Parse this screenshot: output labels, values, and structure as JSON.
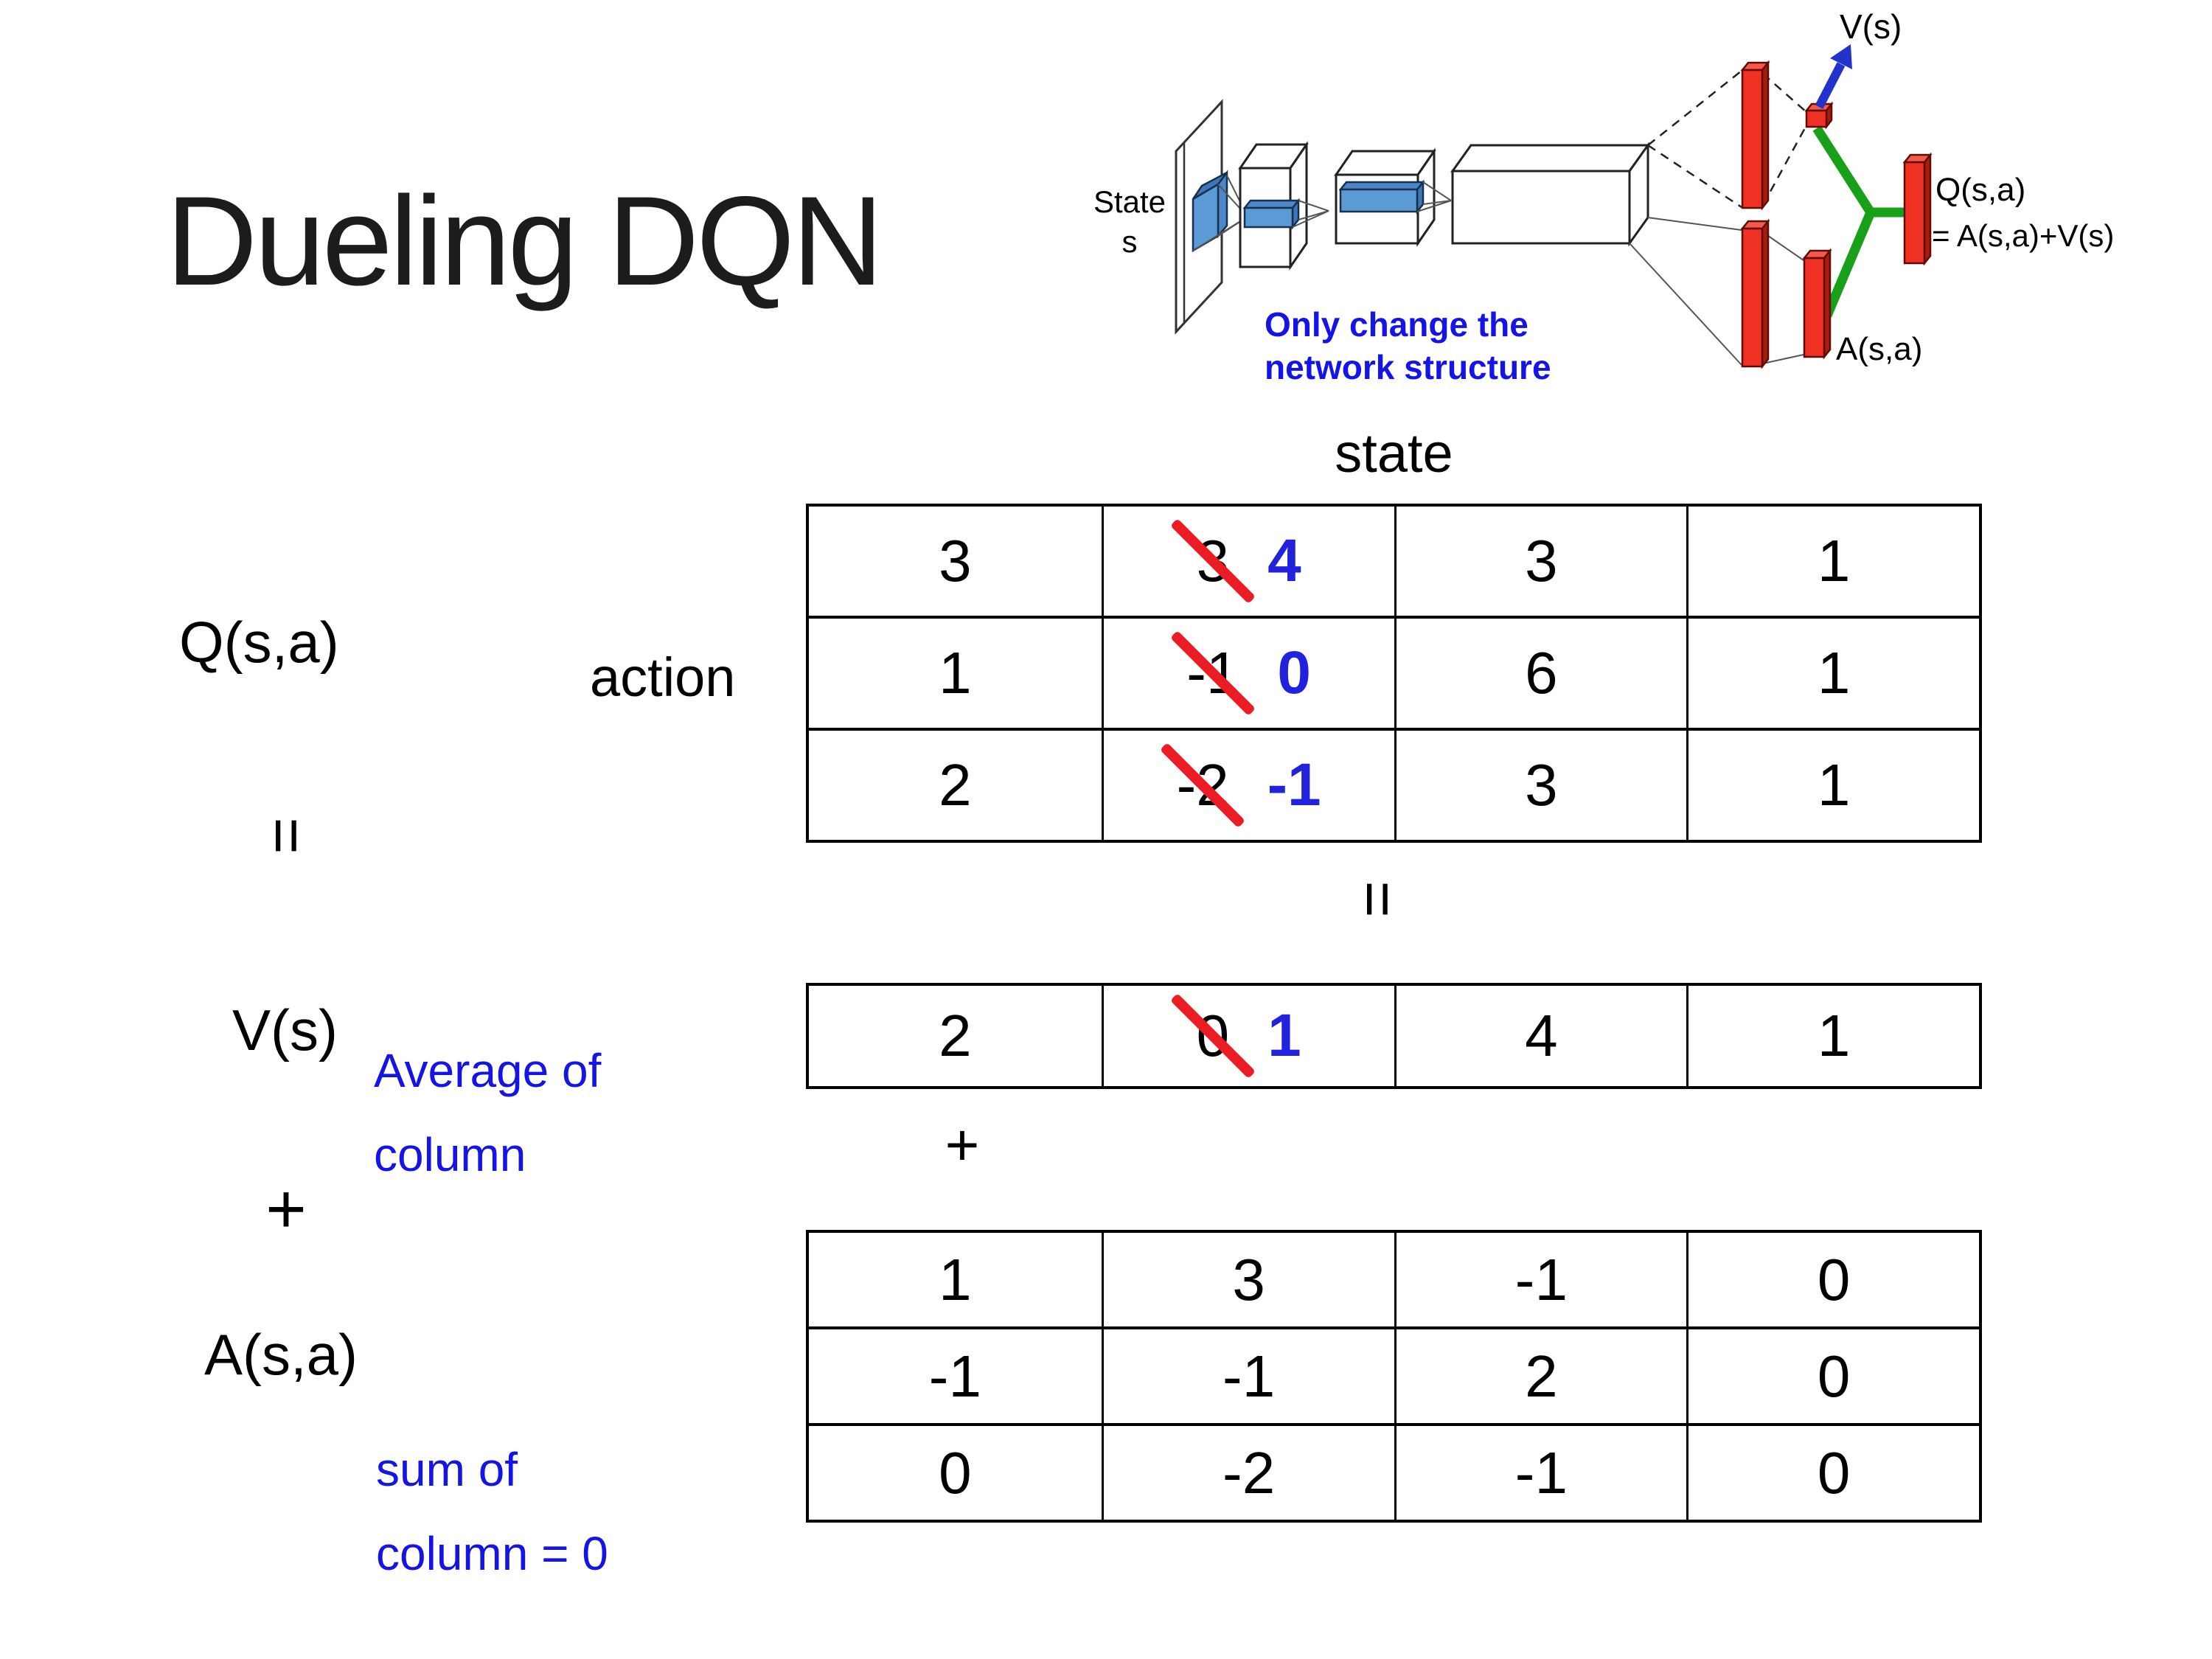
{
  "slide_title": "Dueling DQN",
  "network_diagram": {
    "state_label": [
      "State",
      "s"
    ],
    "note": [
      "Only change the",
      "network structure"
    ],
    "v_output_label": "V(s)",
    "a_output_label": "A(s,a)",
    "q_output_label": [
      "Q(s,a)",
      "= A(s,a)+V(s)"
    ],
    "colors": {
      "bar_red": "#ee3122",
      "bar_red_dark": "#a81b0d",
      "bar_red_top": "#f4594a",
      "green": "#18a018",
      "arrow_blue": "#2233cc",
      "filter_blue": "#5b9bd5",
      "filter_blue_dark": "#3f76b6",
      "note_blue": "#1414e6"
    }
  },
  "equation": {
    "q_label": "Q(s,a)",
    "v_label": "V(s)",
    "a_label": "A(s,a)",
    "state_axis": "state",
    "action_axis": "action",
    "equals_left": "=",
    "equals_center": "=",
    "plus_left": "+",
    "plus_center": "+",
    "v_note": [
      "Average of",
      "column"
    ],
    "a_note": [
      "sum of",
      "column = 0"
    ]
  },
  "q_table": {
    "rows": [
      {
        "cells": [
          {
            "text": "3"
          },
          {
            "old": "3",
            "new": "4"
          },
          {
            "text": "3"
          },
          {
            "text": "1"
          }
        ]
      },
      {
        "cells": [
          {
            "text": "1"
          },
          {
            "old": "-1",
            "new": "0"
          },
          {
            "text": "6"
          },
          {
            "text": "1"
          }
        ]
      },
      {
        "cells": [
          {
            "text": "2"
          },
          {
            "old": "-2",
            "new": "-1"
          },
          {
            "text": "3"
          },
          {
            "text": "1"
          }
        ]
      }
    ]
  },
  "v_table": {
    "rows": [
      {
        "cells": [
          {
            "text": "2"
          },
          {
            "old": "0",
            "new": "1"
          },
          {
            "text": "4"
          },
          {
            "text": "1"
          }
        ]
      }
    ]
  },
  "a_table": {
    "rows": [
      {
        "cells": [
          {
            "text": "1"
          },
          {
            "text": "3"
          },
          {
            "text": "-1"
          },
          {
            "text": "0"
          }
        ]
      },
      {
        "cells": [
          {
            "text": "-1"
          },
          {
            "text": "-1"
          },
          {
            "text": "2"
          },
          {
            "text": "0"
          }
        ]
      },
      {
        "cells": [
          {
            "text": "0"
          },
          {
            "text": "-2"
          },
          {
            "text": "-1"
          },
          {
            "text": "0"
          }
        ]
      }
    ]
  },
  "colors": {
    "strike_red": "#ec1c24",
    "revision_blue": "#2222dd",
    "text_black": "#000000",
    "background": "#ffffff"
  }
}
